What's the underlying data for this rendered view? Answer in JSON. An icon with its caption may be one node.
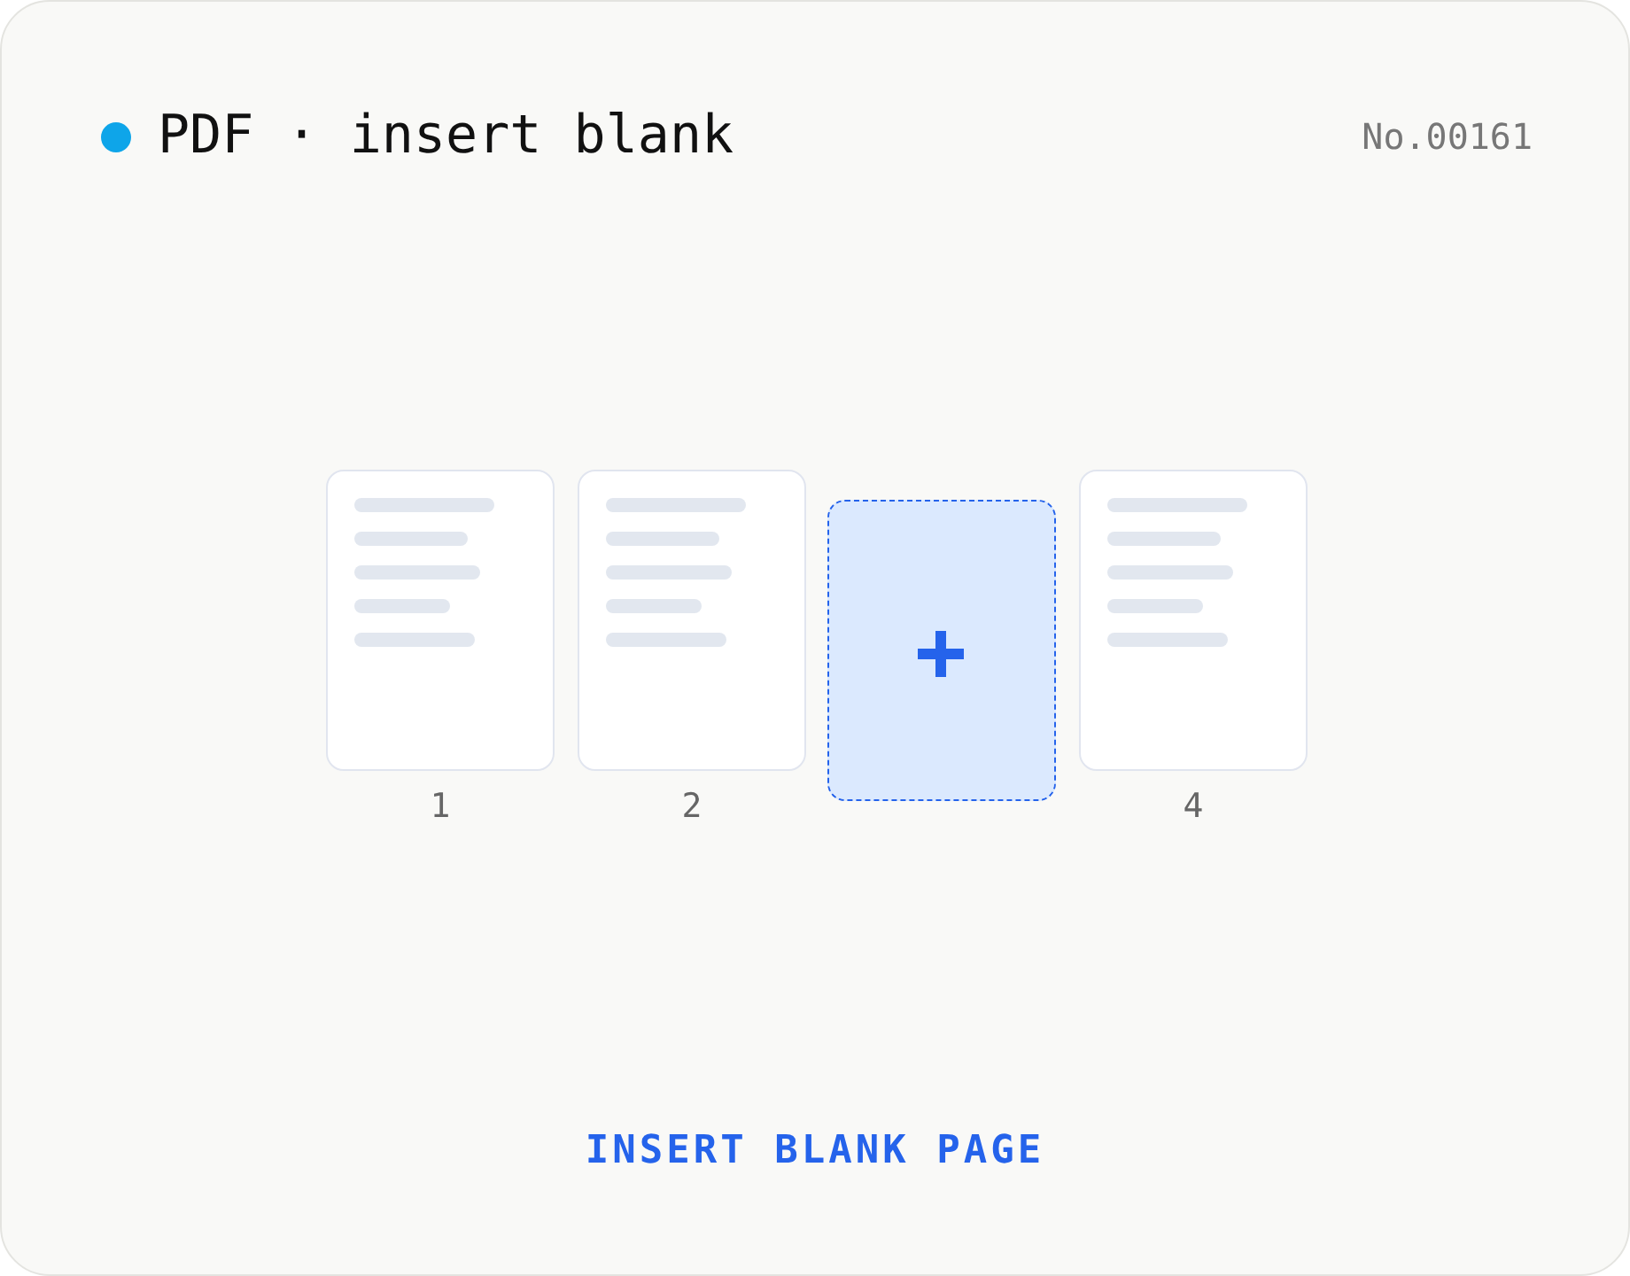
{
  "diagram": {
    "title": "PDF · insert blank",
    "nodes": [
      {
        "text": [],
        "shape": "box",
        "beside": [
          "1"
        ]
      },
      {
        "text": [],
        "shape": "box",
        "beside": [
          "2"
        ]
      },
      {
        "text": [],
        "shape": "box"
      },
      {
        "text": [],
        "shape": "box",
        "beside": [
          "4"
        ]
      }
    ],
    "labels": [
      "No.00161",
      "INSERT BLANK PAGE"
    ]
  }
}
